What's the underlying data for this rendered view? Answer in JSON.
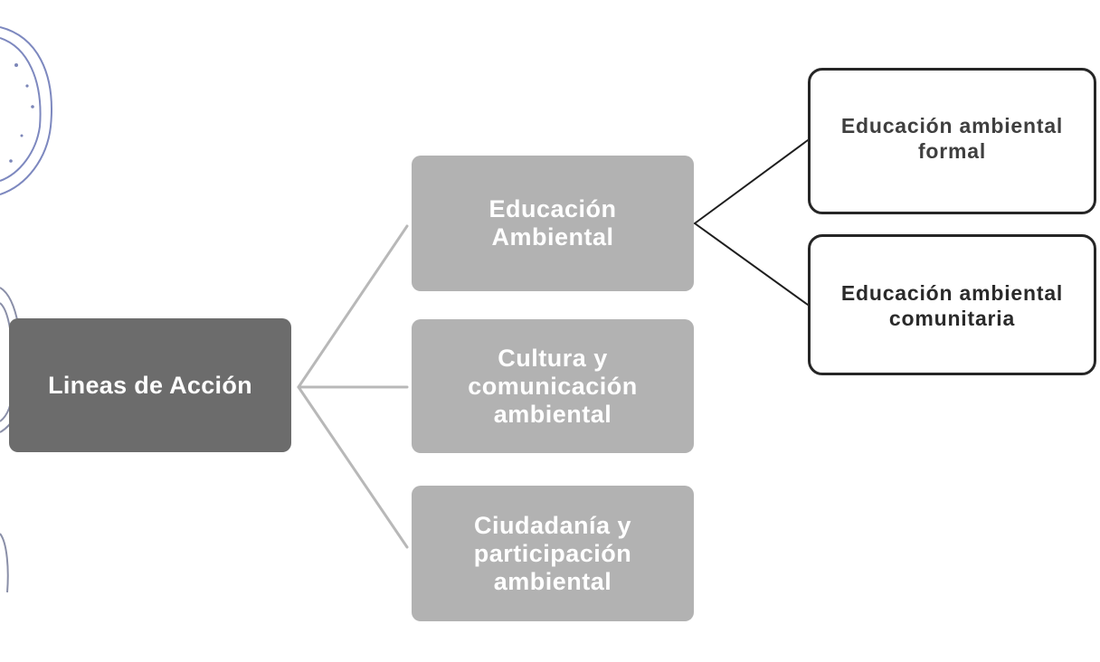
{
  "diagram": {
    "root": {
      "label": "Lineas de Acción"
    },
    "branches": [
      {
        "label": "Educación Ambiental"
      },
      {
        "label": "Cultura y comunicación ambiental"
      },
      {
        "label": "Ciudadanía y participación ambiental"
      }
    ],
    "sub_branches": [
      {
        "label": "Educación ambiental formal",
        "parent": "Educación Ambiental"
      },
      {
        "label": "Educación ambiental comunitaria",
        "parent": "Educación Ambiental"
      }
    ]
  },
  "colors": {
    "root_fill": "#6c6c6c",
    "branch_fill": "#b2b2b2",
    "leaf_border": "#262626",
    "connector_light": "#b8b8b8",
    "connector_dark": "#1e1e1e"
  }
}
